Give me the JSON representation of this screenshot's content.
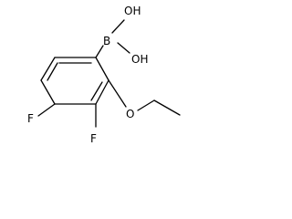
{
  "molecule": {
    "atoms": {
      "boron": "B",
      "hydroxyl_top": "OH",
      "hydroxyl_right": "OH",
      "ether_oxygen": "O",
      "fluorine_left": "F",
      "fluorine_bottom": "F"
    },
    "colors": {
      "bond": "#000000",
      "text": "#000000",
      "background": "#ffffff"
    }
  }
}
